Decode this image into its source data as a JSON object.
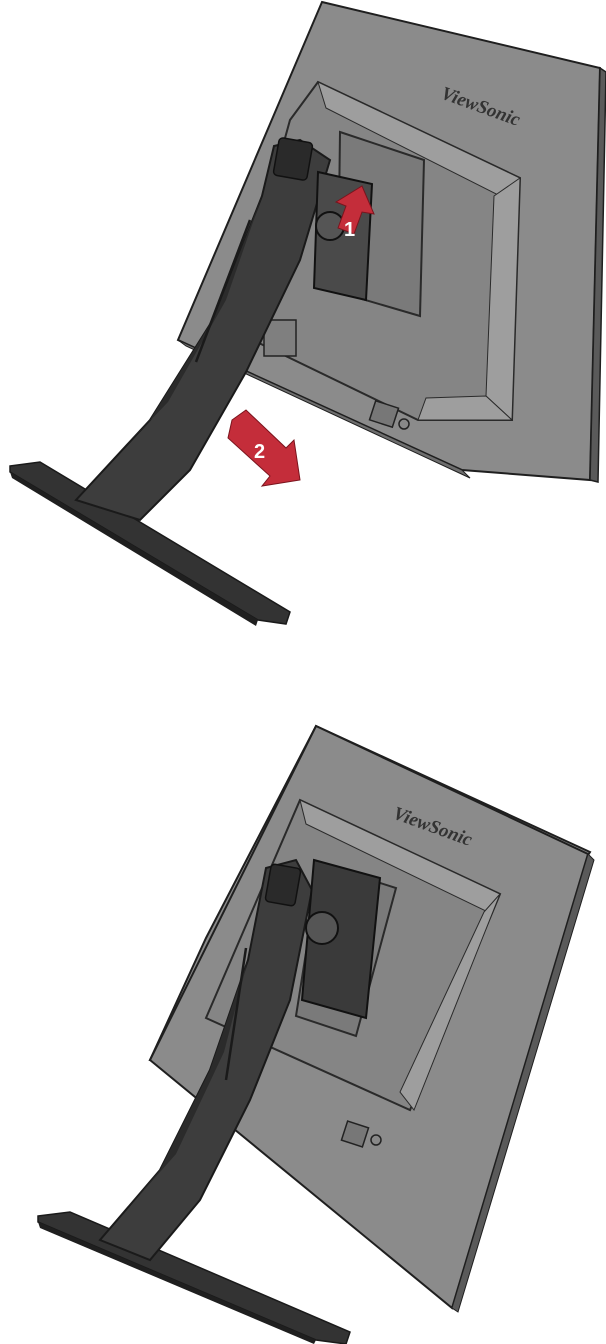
{
  "top_figure": {
    "brand_label": "ViewSonic",
    "step_1_label": "1",
    "step_2_label": "2"
  },
  "bottom_figure": {
    "brand_label": "ViewSonic"
  },
  "colors": {
    "monitor_panel": "#8a8a8a",
    "monitor_edge": "#2b2b2b",
    "stand": "#3c3c3c",
    "stand_dark": "#262626",
    "arrow_red": "#c42d3a"
  }
}
